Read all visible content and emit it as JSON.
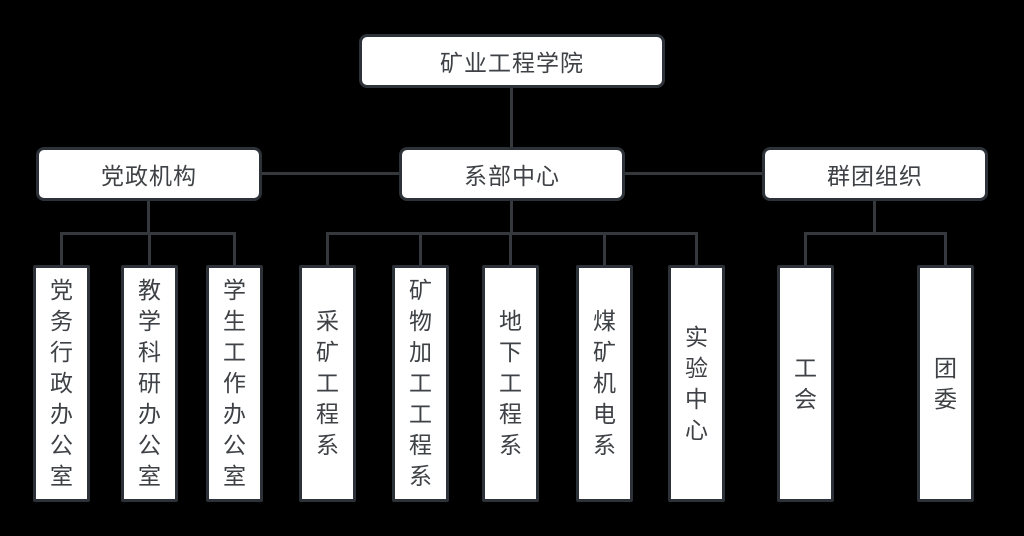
{
  "diagram": {
    "root": "矿业工程学院",
    "branches": [
      {
        "label": "党政机构",
        "children": [
          "党务行政办公室",
          "教学科研办公室",
          "学生工作办公室"
        ]
      },
      {
        "label": "系部中心",
        "children": [
          "采矿工程系",
          "矿物加工工程系",
          "地下工程系",
          "煤矿机电系",
          "实验中心"
        ]
      },
      {
        "label": "群团组织",
        "children": [
          "工会",
          "团委"
        ]
      }
    ]
  },
  "colors": {
    "background": "#000000",
    "node_fill": "#ffffff",
    "node_border": "#2d3238",
    "connector": "#35393d",
    "text": "#3e4145"
  }
}
